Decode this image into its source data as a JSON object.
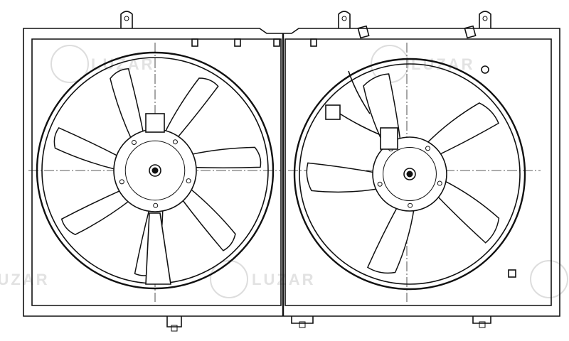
{
  "watermark": {
    "brand": "LUZAR"
  },
  "drawing": {
    "left_fan": {
      "blades": 7
    },
    "right_fan": {
      "blades": 5
    }
  },
  "colors": {
    "line": "#111111",
    "watermark": "#e2e2e2"
  }
}
